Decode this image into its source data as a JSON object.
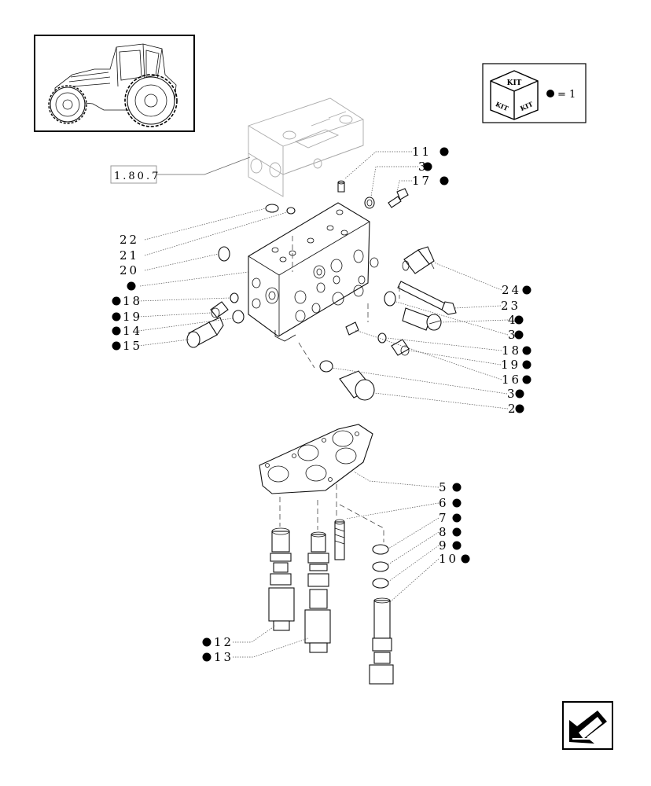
{
  "reference_label": "1.80.7",
  "kit_legend": {
    "box_text": "KIT",
    "equals_text": "= 1"
  },
  "callouts": [
    {
      "id": "c11",
      "label": "11",
      "dot": true,
      "side": "right"
    },
    {
      "id": "c3a",
      "label": "3",
      "dot": true,
      "side": "right"
    },
    {
      "id": "c17",
      "label": "17",
      "dot": true,
      "side": "right"
    },
    {
      "id": "c22",
      "label": "22",
      "dot": false,
      "side": "left"
    },
    {
      "id": "c21",
      "label": "21",
      "dot": false,
      "side": "left"
    },
    {
      "id": "c20",
      "label": "20",
      "dot": false,
      "side": "left"
    },
    {
      "id": "cdot",
      "label": "",
      "dot": true,
      "side": "left"
    },
    {
      "id": "c18a",
      "label": "18",
      "dot": true,
      "side": "left"
    },
    {
      "id": "c19a",
      "label": "19",
      "dot": true,
      "side": "left"
    },
    {
      "id": "c14",
      "label": "14",
      "dot": true,
      "side": "left"
    },
    {
      "id": "c15",
      "label": "15",
      "dot": true,
      "side": "left"
    },
    {
      "id": "c24",
      "label": "24",
      "dot": true,
      "side": "right"
    },
    {
      "id": "c23",
      "label": "23",
      "dot": false,
      "side": "right"
    },
    {
      "id": "c4",
      "label": "4",
      "dot": true,
      "side": "right"
    },
    {
      "id": "c3b",
      "label": "3",
      "dot": true,
      "side": "right"
    },
    {
      "id": "c18b",
      "label": "18",
      "dot": true,
      "side": "right"
    },
    {
      "id": "c19b",
      "label": "19",
      "dot": true,
      "side": "right"
    },
    {
      "id": "c16",
      "label": "16",
      "dot": true,
      "side": "right"
    },
    {
      "id": "c3c",
      "label": "3",
      "dot": true,
      "side": "right"
    },
    {
      "id": "c2",
      "label": "2",
      "dot": true,
      "side": "right"
    },
    {
      "id": "c5",
      "label": "5",
      "dot": true,
      "side": "right"
    },
    {
      "id": "c6",
      "label": "6",
      "dot": true,
      "side": "right"
    },
    {
      "id": "c7",
      "label": "7",
      "dot": true,
      "side": "right"
    },
    {
      "id": "c8",
      "label": "8",
      "dot": true,
      "side": "right"
    },
    {
      "id": "c9",
      "label": "9",
      "dot": true,
      "side": "right"
    },
    {
      "id": "c10",
      "label": "10",
      "dot": true,
      "side": "right"
    },
    {
      "id": "c12",
      "label": "12",
      "dot": true,
      "side": "left"
    },
    {
      "id": "c13",
      "label": "13",
      "dot": true,
      "side": "left"
    }
  ]
}
